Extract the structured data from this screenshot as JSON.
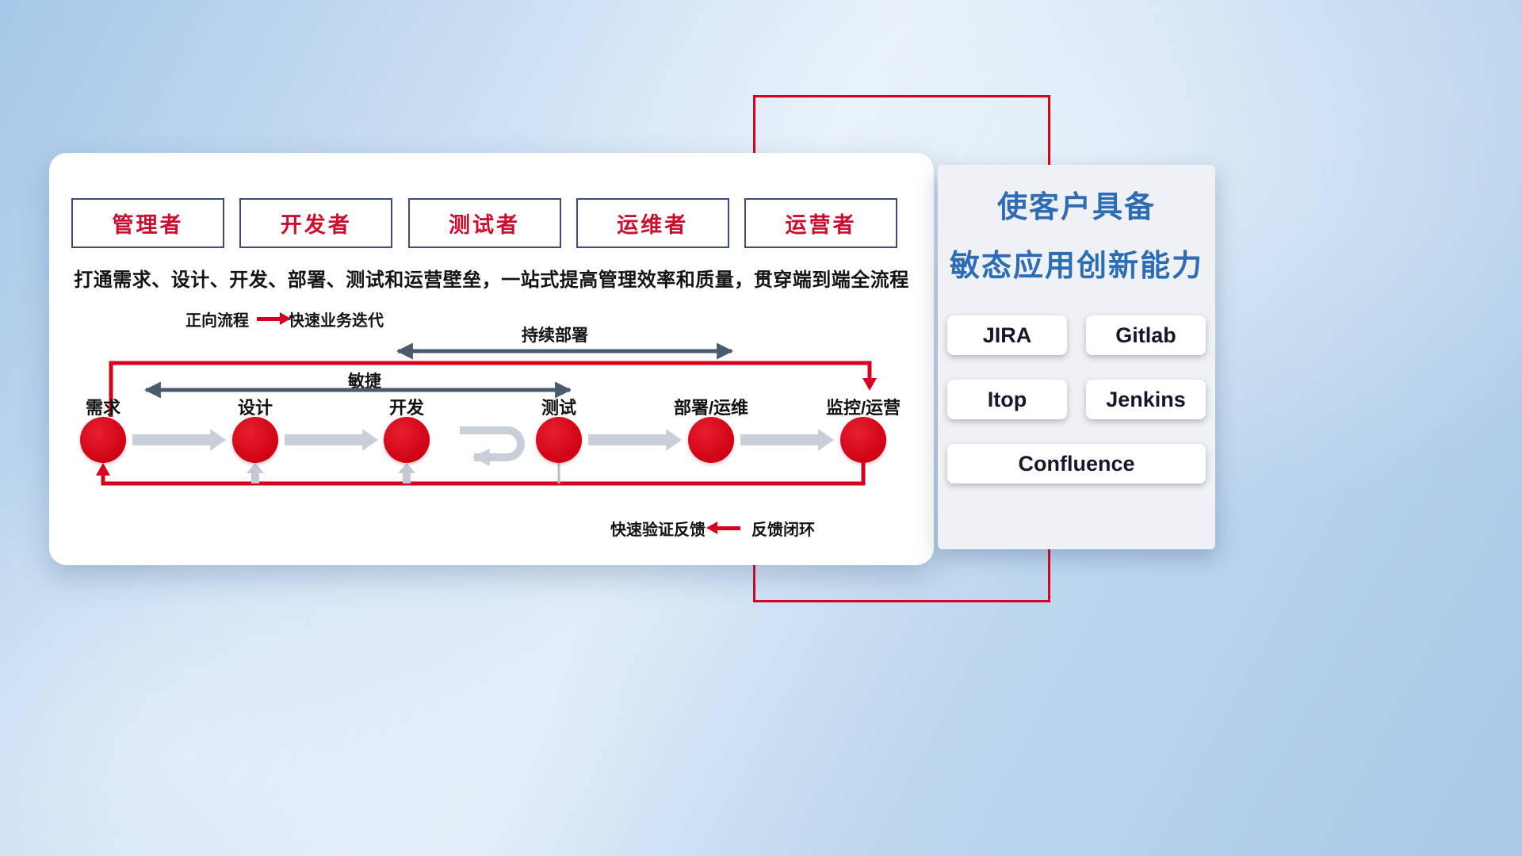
{
  "roles": [
    "管理者",
    "开发者",
    "测试者",
    "运维者",
    "运营者"
  ],
  "card": {
    "description": "打通需求、设计、开发、部署、测试和运营壁垒，一站式提高管理效率和质量，贯穿端到端全流程",
    "forward_legend": {
      "label": "正向流程",
      "text": "快速业务迭代"
    },
    "feedback_legend": {
      "text": "快速验证反馈",
      "label": "反馈闭环"
    },
    "span_arrows": {
      "continuous_deployment": "持续部署",
      "agile": "敏捷"
    },
    "stages": [
      "需求",
      "设计",
      "开发",
      "测试",
      "部署/运维",
      "监控/运营"
    ]
  },
  "panel": {
    "title_line1": "使客户具备",
    "title_line2": "敏态应用创新能力",
    "tools": [
      "JIRA",
      "Gitlab",
      "Itop",
      "Jenkins",
      "Confluence"
    ]
  },
  "colors": {
    "accent_red": "#d7001e",
    "role_text_red": "#c8102e",
    "navy_border": "#3c4b7c",
    "slate_arrow": "#4a5b6e",
    "gray_arrow": "#c9cfd8",
    "panel_title_blue": "#2d6db6",
    "panel_bg": "#f0f1f4"
  }
}
